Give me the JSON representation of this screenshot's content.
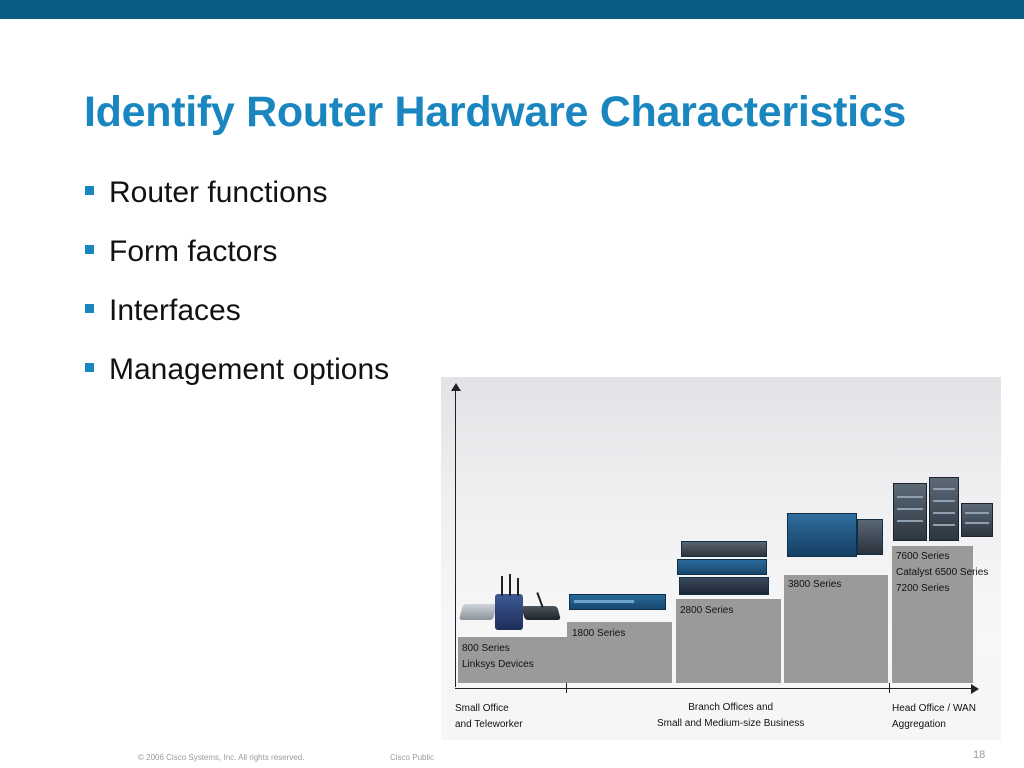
{
  "slide": {
    "title": "Identify Router Hardware Characteristics",
    "bullets": [
      "Router functions",
      "Form factors",
      "Interfaces",
      "Management options"
    ]
  },
  "diagram": {
    "steps": [
      {
        "lines": [
          "800 Series",
          "Linksys Devices"
        ]
      },
      {
        "lines": [
          "1800 Series"
        ]
      },
      {
        "lines": [
          "2800 Series"
        ]
      },
      {
        "lines": [
          "3800 Series"
        ]
      },
      {
        "lines": [
          "7600 Series",
          "Catalyst 6500 Series",
          "7200 Series"
        ]
      }
    ],
    "segments": [
      {
        "lines": [
          "Small Office",
          "and Teleworker"
        ]
      },
      {
        "lines": [
          "Branch Offices and",
          "Small and Medium-size Business"
        ]
      },
      {
        "lines": [
          "Head Office / WAN",
          "Aggregation"
        ]
      }
    ]
  },
  "footer": {
    "copyright": "© 2006 Cisco Systems, Inc. All rights reserved.",
    "classification": "Cisco Public",
    "page_number": "18"
  },
  "colors": {
    "top_bar": "#0a5e86",
    "title": "#1a86c0",
    "bullet_marker": "#1a86c0",
    "step_fill": "#9a9a9a"
  }
}
